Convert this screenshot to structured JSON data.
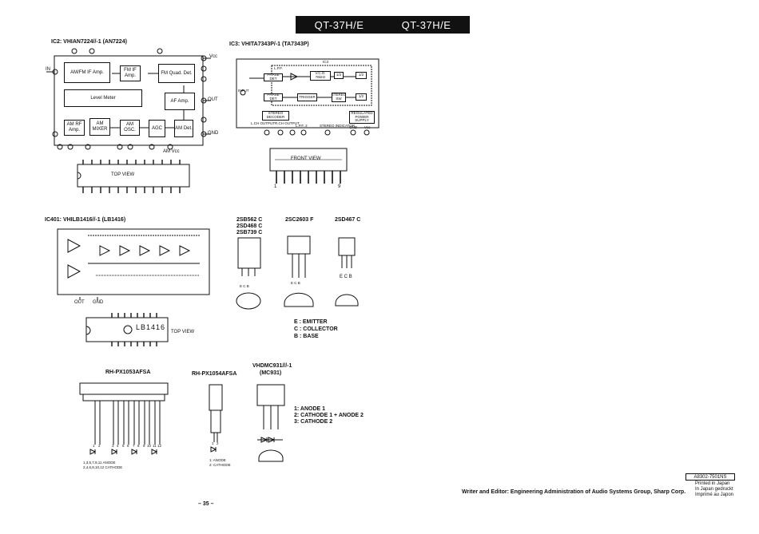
{
  "header": {
    "model_left": "QT-37H/E",
    "model_right": "QT-37H/E"
  },
  "ic2": {
    "title": "IC2: VHIAN7224//-1 (AN7224)",
    "blocks": [
      "AM/FM IF Amp.",
      "FM IF Amp.",
      "FM Quad. Det.",
      "Level Meter",
      "AF Amp.",
      "AM RF Amp.",
      "AM MIXER",
      "AM OSC.",
      "AGC",
      "AM Det."
    ],
    "labels": {
      "in": "IN",
      "vcc": "Vcc",
      "out": "OUT",
      "gnd": "GND",
      "am_vcc": "AM Vcc",
      "view": "TOP VIEW"
    }
  },
  "ic3": {
    "title": "IC3: VHITA7343P/-1 (TA7343P)",
    "chip_name": "IC3",
    "blocks": [
      "L.P.F.",
      "V.C.O. 76kHz",
      "1/2",
      "1/2",
      "PHASE DET",
      "TRIGGER",
      "STEREO SW",
      "1/2",
      "PHASE DET",
      "STEREO DECODER",
      "REGULATED POWER SUPPLY",
      "INPUT"
    ],
    "pin_labels": [
      "L.CH OUTPUT",
      "R.CH OUTPUT",
      "L.P.F. 2",
      "STEREO INDICATOR",
      "GND",
      "Vcc"
    ],
    "view": "FRONT VIEW",
    "pin_first": "1",
    "pin_last": "9"
  },
  "ic401": {
    "title": "IC401: VHILB1416//-1 (LB1416)",
    "labels": {
      "out": "OUT",
      "gnd": "GND",
      "view": "TOP VIEW",
      "chip_marking": "LB1416"
    }
  },
  "transistors": {
    "group1": [
      "2SB562 C",
      "2SD468 C",
      "2SB739 C"
    ],
    "t2": "2SC2603 F",
    "t3": "2SD467 C",
    "pins_ecb": "E C B",
    "legend": [
      "E : EMITTER",
      "C : COLLECTOR",
      "B : BASE"
    ]
  },
  "leds": {
    "l1": "RH-PX1053AFSA",
    "l2": "RH-PX1054AFSA",
    "l1_notes": [
      "1,3,5,7,9,11 ANODE",
      "2,4,6,8,10,12 CATHODE"
    ],
    "l1_pins": [
      "1",
      "2",
      "3",
      "4",
      "5",
      "6",
      "7",
      "8",
      "9",
      "10",
      "11",
      "12"
    ],
    "l2_notes": [
      "1: ANODE",
      "2: CATHODE"
    ],
    "l2_pins": [
      "1",
      "2"
    ]
  },
  "diode": {
    "title": "VHDMC931///-1",
    "subtitle": "(MC931)",
    "legend": [
      "1: ANODE 1",
      "2: CATHODE 1 + ANODE 2",
      "3: CATHODE 2"
    ]
  },
  "footer": {
    "page": "– 35 –",
    "credit": "Writer and Editor: Engineering Administration of Audio Systems Group, Sharp Corp.",
    "code": "A8302-7501NS",
    "printed": [
      "Printed in Japan",
      "In Japan gedruckt",
      "Imprimé au Japon"
    ]
  }
}
